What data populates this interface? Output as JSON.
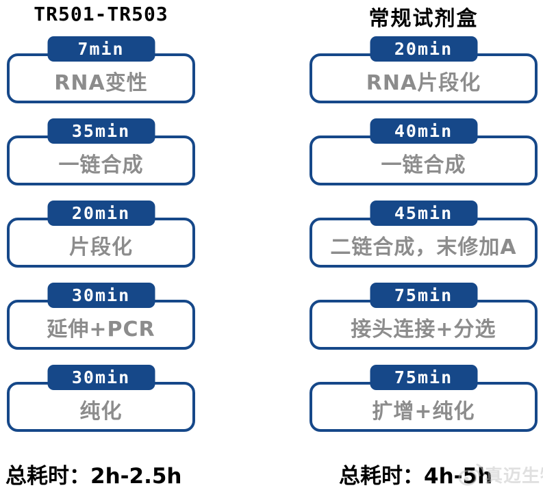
{
  "colors": {
    "navy": "#164889",
    "gray_label": "#8c8c8c",
    "text_black": "#000000",
    "watermark_gray": "#c2c2c2"
  },
  "columns": [
    {
      "header": "TR501-TR503",
      "steps": [
        {
          "time": "7min",
          "label": "RNA变性"
        },
        {
          "time": "35min",
          "label": "一链合成"
        },
        {
          "time": "20min",
          "label": "片段化"
        },
        {
          "time": "30min",
          "label": "延伸+PCR"
        },
        {
          "time": "30min",
          "label": "纯化"
        }
      ],
      "total": "总耗时：2h-2.5h"
    },
    {
      "header": "常规试剂盒",
      "steps": [
        {
          "time": "20min",
          "label": "RNA片段化"
        },
        {
          "time": "40min",
          "label": "一链合成"
        },
        {
          "time": "45min",
          "label": "二链合成，末修加A"
        },
        {
          "time": "75min",
          "label": "接头连接+分选"
        },
        {
          "time": "75min",
          "label": "扩增+纯化"
        }
      ],
      "total": "总耗时：4h-5h"
    }
  ],
  "watermark": {
    "icon": "weibo-icon",
    "text": "真迈生物"
  }
}
